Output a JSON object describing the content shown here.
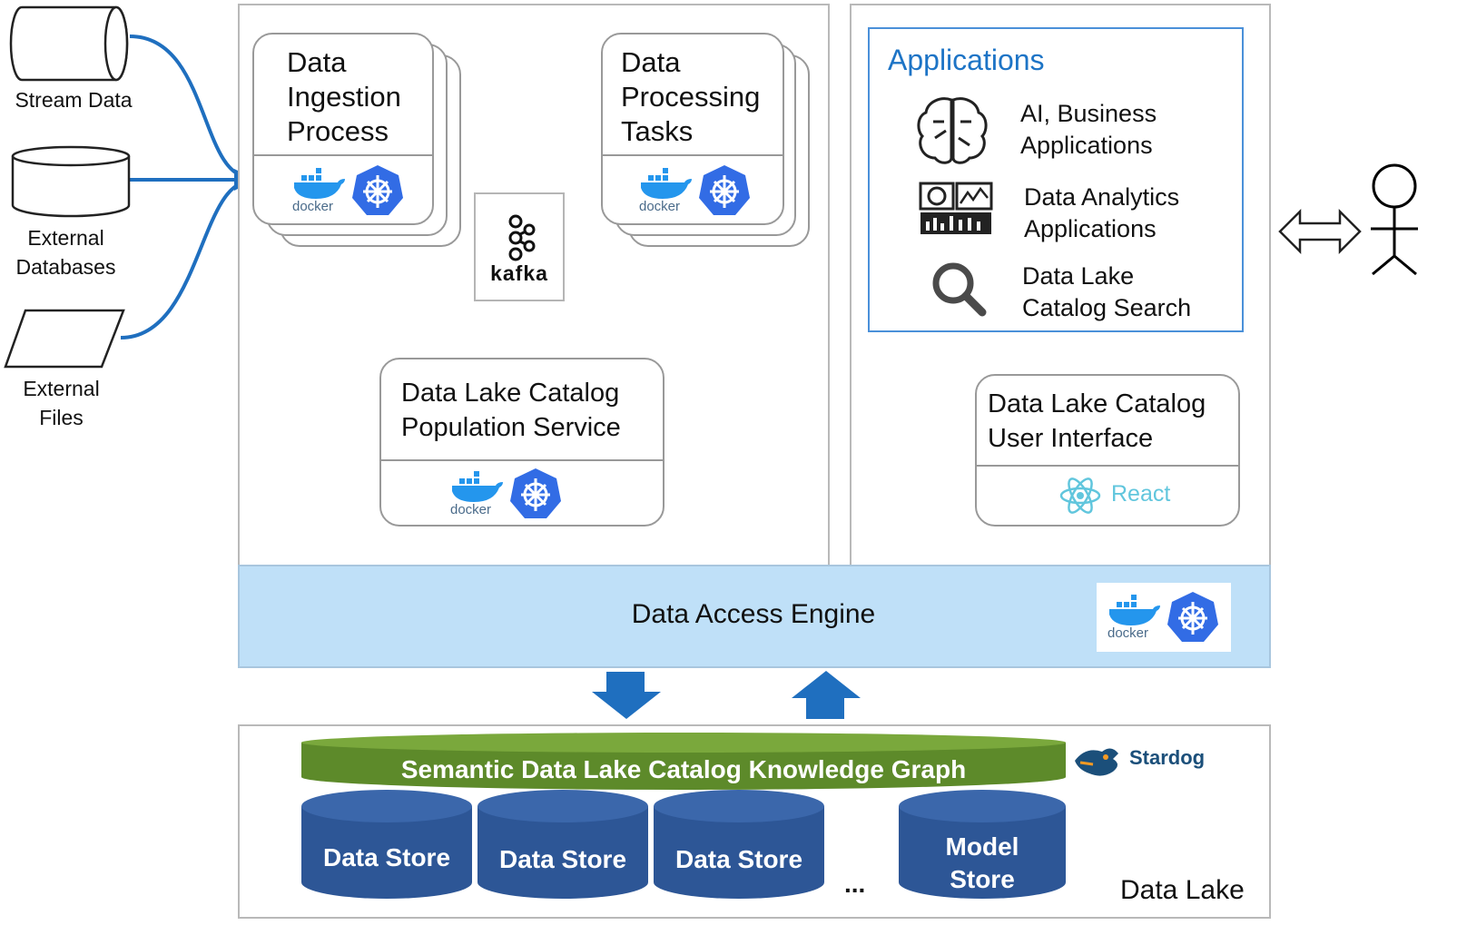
{
  "sources": {
    "stream": "Stream Data",
    "databases_line1": "External",
    "databases_line2": "Databases",
    "files_line1": "External",
    "files_line2": "Files"
  },
  "ingestion": {
    "line1": "Data",
    "line2": "Ingestion",
    "line3": "Process"
  },
  "processing": {
    "line1": "Data",
    "line2": "Processing",
    "line3": "Tasks"
  },
  "kafka": {
    "label": "kafka"
  },
  "population": {
    "line1": "Data Lake Catalog",
    "line2": "Population Service"
  },
  "applications": {
    "title": "Applications",
    "items": [
      {
        "icon": "brain-icon",
        "line1": "AI, Business",
        "line2": "Applications"
      },
      {
        "icon": "dashboard-icon",
        "line1": "Data Analytics",
        "line2": "Applications"
      },
      {
        "icon": "search-icon",
        "line1": "Data Lake",
        "line2": "Catalog Search"
      }
    ]
  },
  "ui": {
    "line1": "Data Lake Catalog",
    "line2": "User Interface",
    "react": "React"
  },
  "engine": {
    "label": "Data Access Engine"
  },
  "datalake": {
    "kg": "Semantic Data Lake Catalog Knowledge Graph",
    "stardog": "Stardog",
    "stores": [
      "Data Store",
      "Data Store",
      "Data Store"
    ],
    "ellipsis": "...",
    "model_line1": "Model",
    "model_line2": "Store",
    "label": "Data Lake"
  },
  "logos": {
    "docker": "docker"
  },
  "colors": {
    "blue_arrow": "#1f6fbf",
    "engine_fill": "#bfe0f8",
    "kg_green": "#5d8a2a",
    "store_blue": "#2d5696",
    "app_blue": "#1d74c6",
    "kube_blue": "#326ce5"
  }
}
